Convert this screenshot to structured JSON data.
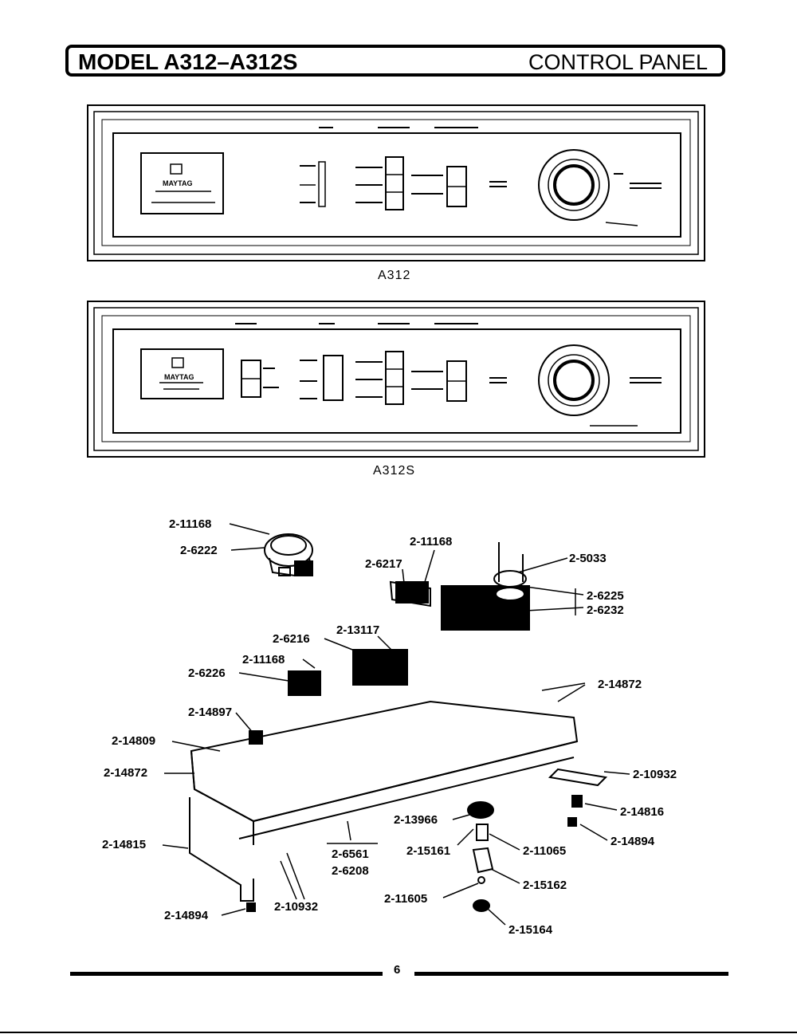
{
  "header": {
    "model": "MODEL A312–A312S",
    "title": "CONTROL PANEL"
  },
  "panels": [
    {
      "caption": "A312",
      "brand": "MAYTAG"
    },
    {
      "caption": "A312S",
      "brand": "MAYTAG"
    }
  ],
  "parts": [
    "2-11168",
    "2-6222",
    "2-11168",
    "2-6217",
    "2-5033",
    "2-6225",
    "2-6232",
    "2-6216",
    "2-13117",
    "2-11168",
    "2-6226",
    "2-14872",
    "2-14897",
    "2-14809",
    "2-14872",
    "2-10932",
    "2-14816",
    "2-13966",
    "2-14894",
    "2-14815",
    "2-6561",
    "2-6208",
    "2-15161",
    "2-11065",
    "2-15162",
    "2-11605",
    "2-14894",
    "2-10932",
    "2-15164"
  ],
  "footer": {
    "page": "6"
  }
}
